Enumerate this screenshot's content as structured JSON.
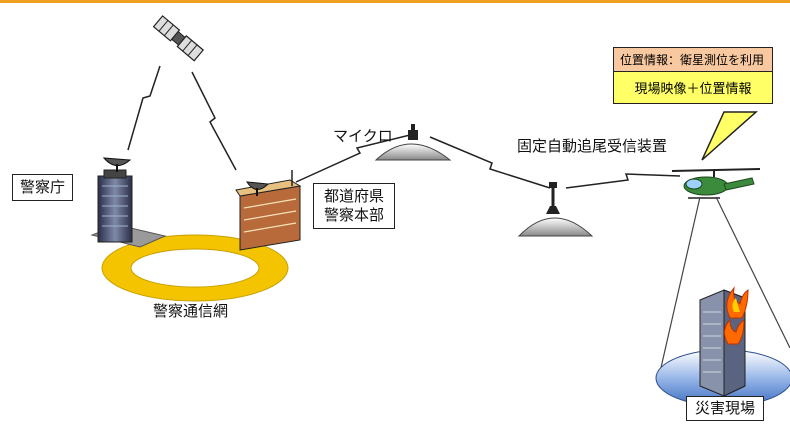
{
  "labels": {
    "npa": "警察庁",
    "prefectural_hq_line1": "都道府県",
    "prefectural_hq_line2": "警察本部",
    "police_network": "警察通信網",
    "micro": "マイクロ",
    "fixed_tracking_receiver": "固定自動追尾受信装置",
    "disaster_site": "災害現場"
  },
  "callout": {
    "line1": "位置情報：衛星測位を利用",
    "line2": "現場映像＋位置情報"
  },
  "colors": {
    "accent_orange": "#f0a020",
    "ring_yellow": "#f5c400",
    "site_blue": "#4a78c8",
    "callout_pink": "#f8c8a0",
    "callout_yellow": "#ffff66",
    "helicopter_green": "#3c8a3c",
    "fire": "#ff6a00"
  },
  "icons": {
    "satellite": "satellite-icon",
    "helicopter": "helicopter-icon",
    "tower": "radio-tower-icon",
    "mountain": "mountain-icon",
    "building": "building-icon",
    "dish": "satellite-dish-icon",
    "fire": "fire-icon"
  }
}
